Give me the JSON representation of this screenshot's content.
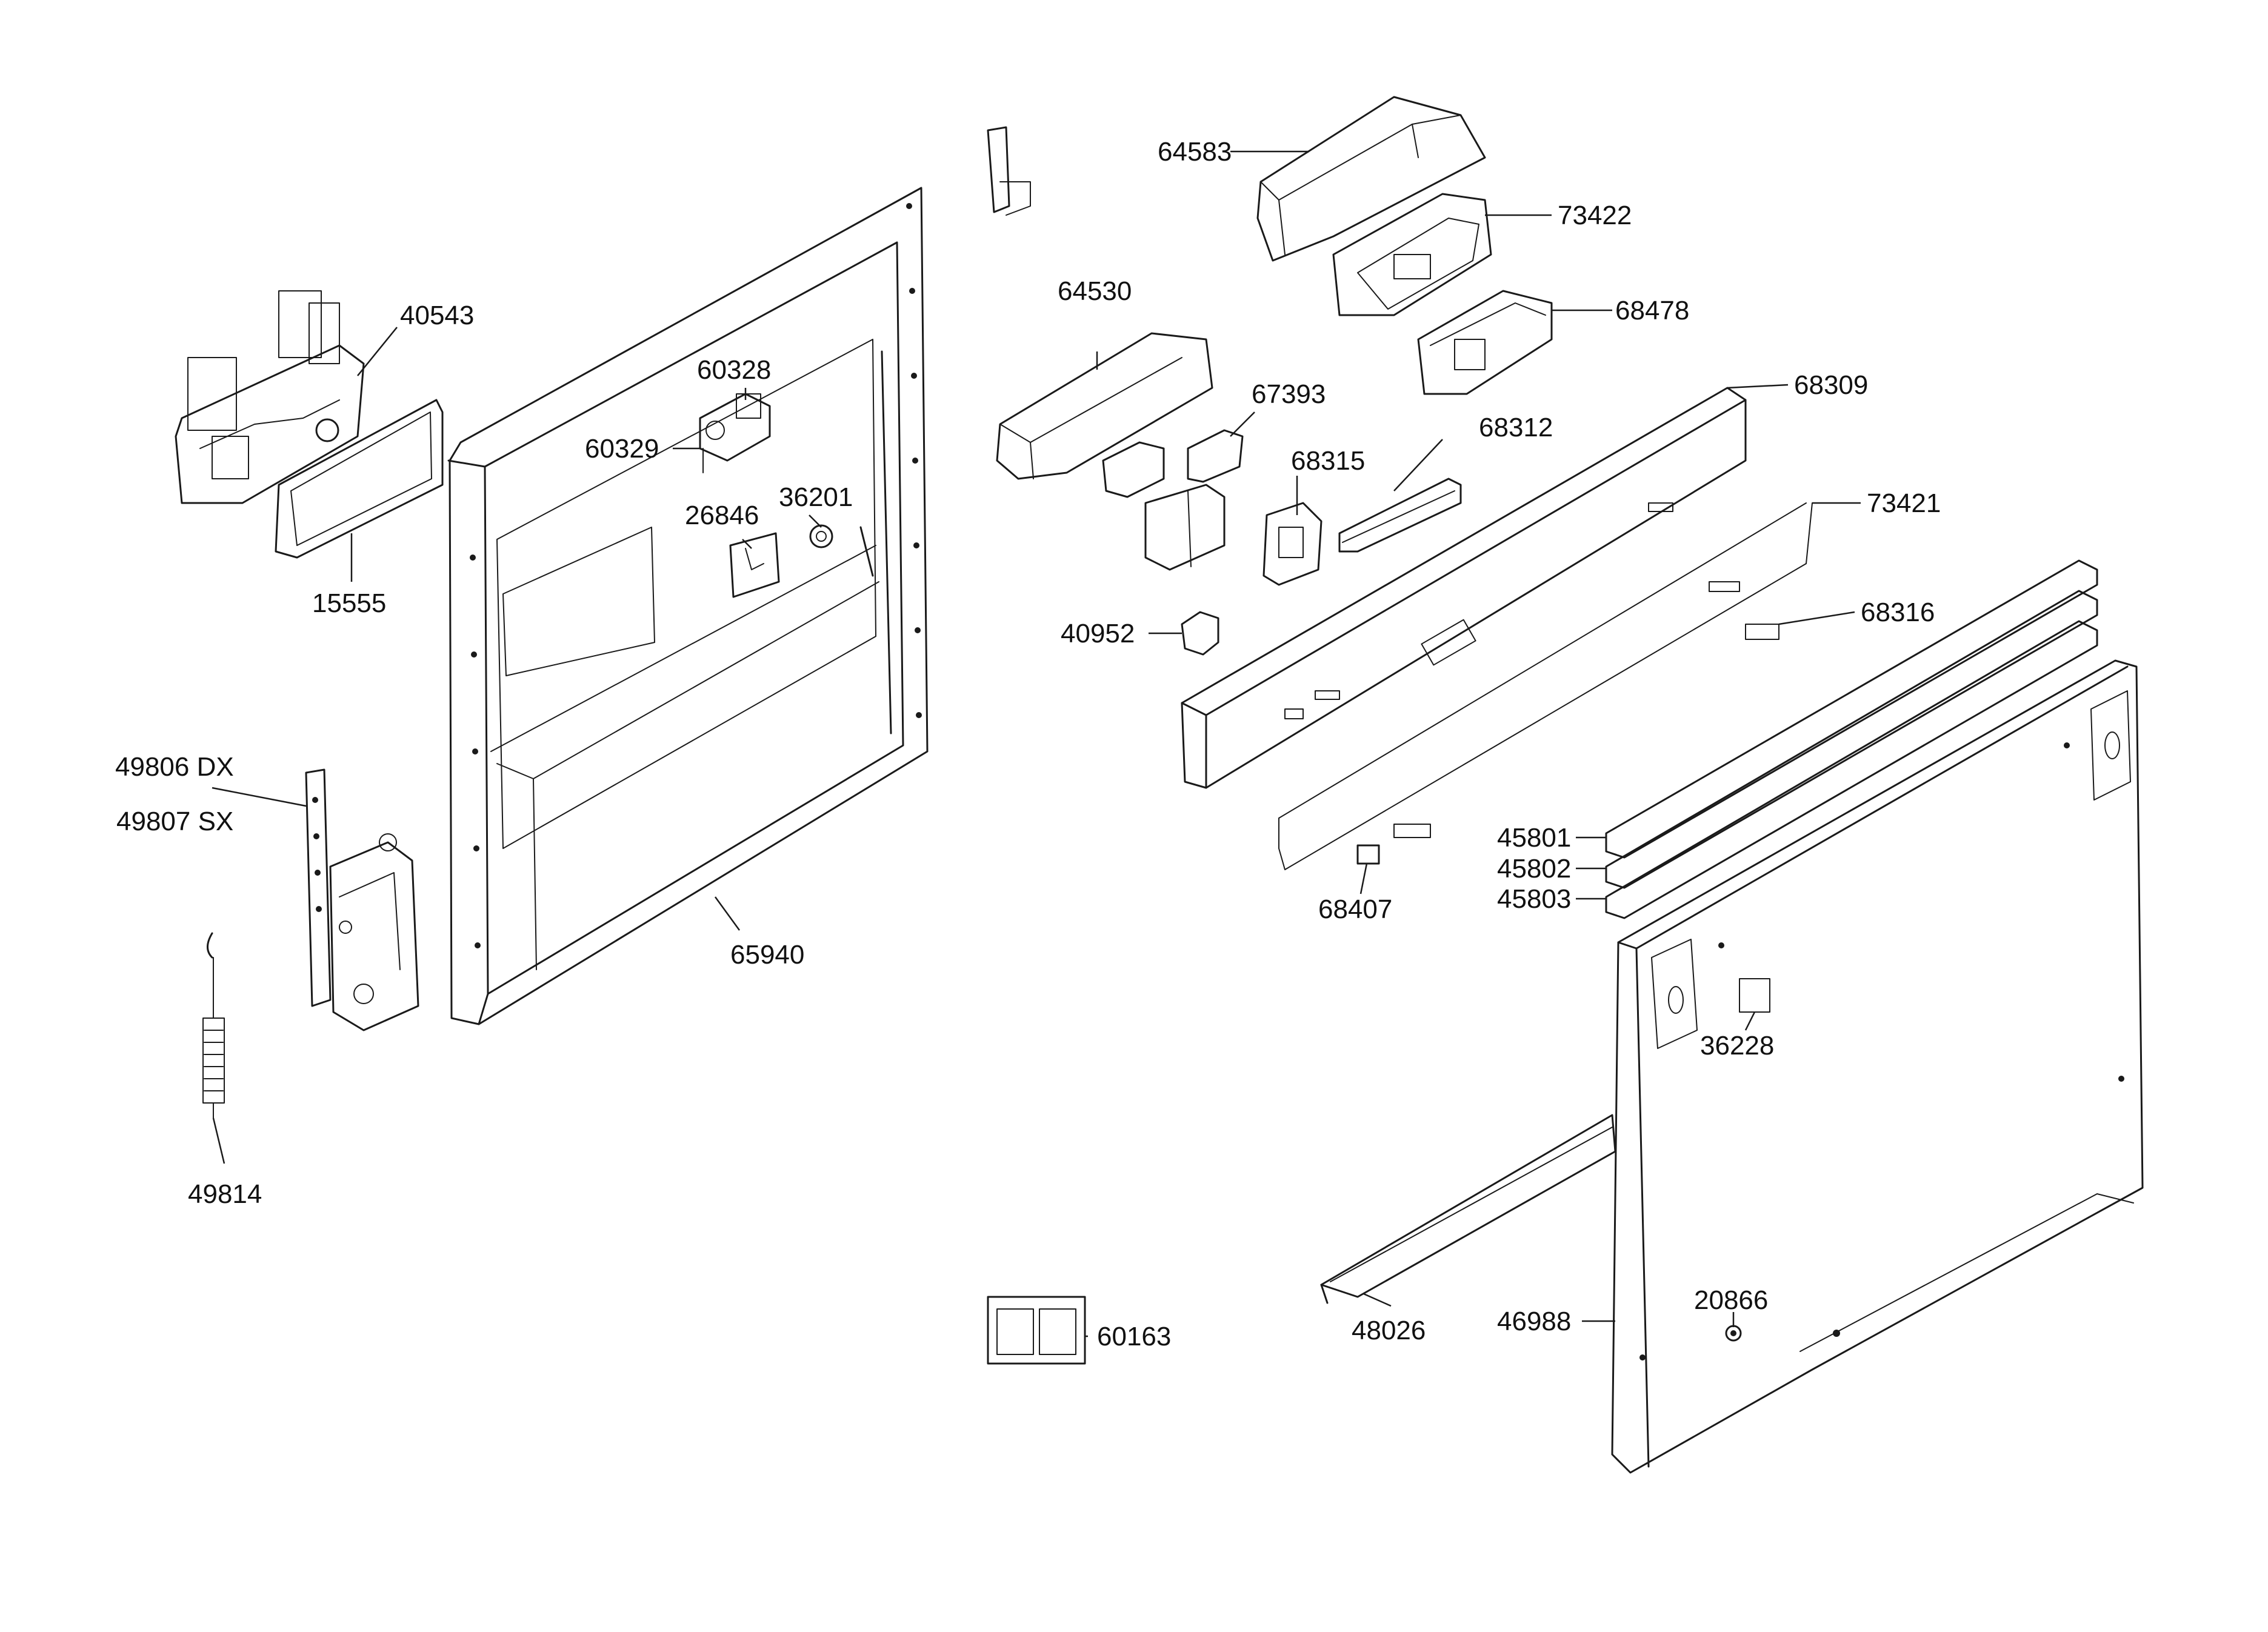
{
  "labels": {
    "p64583": "64583",
    "p73422": "73422",
    "p68478": "68478",
    "p64530": "64530",
    "p68309": "68309",
    "p67393": "67393",
    "p68312": "68312",
    "p68315": "68315",
    "p73421": "73421",
    "p40952": "40952",
    "p68316": "68316",
    "p40543": "40543",
    "p60328": "60328",
    "p60329": "60329",
    "p36201": "36201",
    "p26846": "26846",
    "p15555": "15555",
    "p49806": "49806 DX",
    "p49807": "49807 SX",
    "p65940": "65940",
    "p49814": "49814",
    "p45801": "45801",
    "p45802": "45802",
    "p45803": "45803",
    "p68407": "68407",
    "p36228": "36228",
    "p60163": "60163",
    "p48026": "48026",
    "p46988": "46988",
    "p20866": "20866"
  }
}
